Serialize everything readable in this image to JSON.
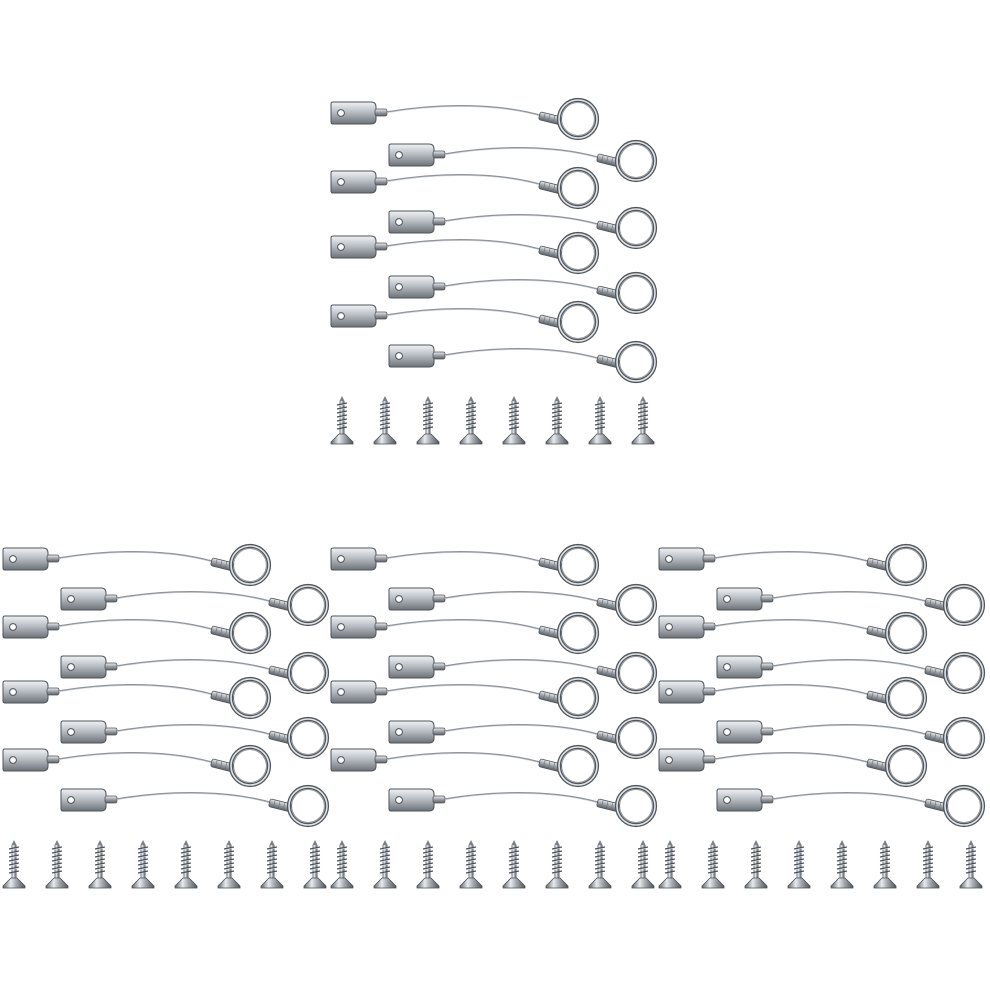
{
  "image": {
    "subject": "lanyard-kit",
    "background_color": "#ffffff",
    "metal_light": "#e9ecef",
    "metal_mid": "#aeb4ba",
    "metal_dark": "#5e646a",
    "cable_color": "#8e949a"
  },
  "sets": [
    {
      "lanyard_count": 8,
      "screw_count": 8
    },
    {
      "lanyard_count": 8,
      "screw_count": 8
    },
    {
      "lanyard_count": 8,
      "screw_count": 8
    },
    {
      "lanyard_count": 8,
      "screw_count": 8
    }
  ]
}
